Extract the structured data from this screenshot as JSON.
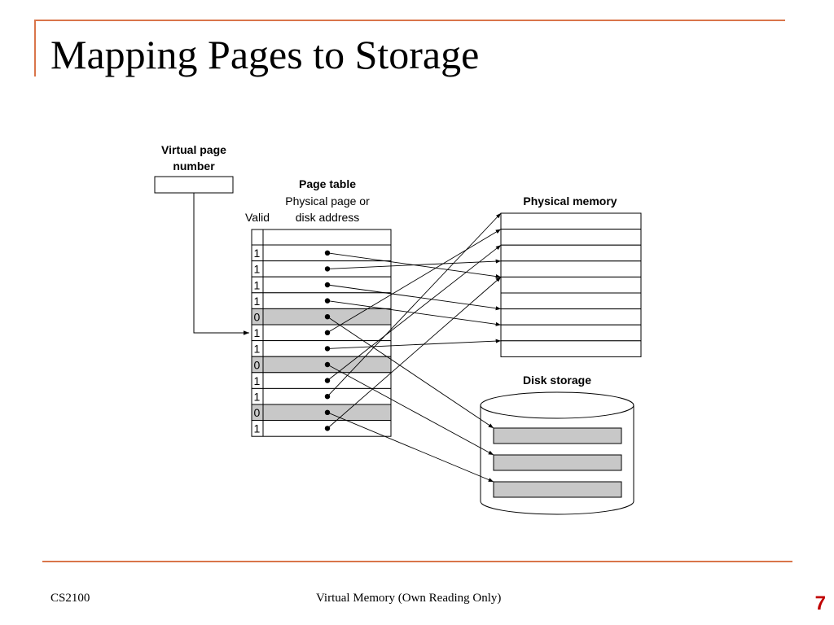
{
  "slide": {
    "title": "Mapping Pages to Storage",
    "footer_left": "CS2100",
    "footer_center": "Virtual Memory (Own Reading Only)",
    "page_number": "7",
    "accent_color": "#d9754a",
    "page_number_color": "#c00000"
  },
  "diagram": {
    "vpn_label_line1": "Virtual page",
    "vpn_label_line2": "number",
    "page_table_title": "Page table",
    "page_table_col_line1": "Physical page or",
    "page_table_col_line2": "disk address",
    "valid_label": "Valid",
    "physical_memory_label": "Physical memory",
    "disk_storage_label": "Disk storage",
    "invalid_row_color": "#c8c8c8",
    "page_table_rows": [
      {
        "valid": "1"
      },
      {
        "valid": "1"
      },
      {
        "valid": "1"
      },
      {
        "valid": "1"
      },
      {
        "valid": "0"
      },
      {
        "valid": "1"
      },
      {
        "valid": "1"
      },
      {
        "valid": "0"
      },
      {
        "valid": "1"
      },
      {
        "valid": "1"
      },
      {
        "valid": "0"
      },
      {
        "valid": "1"
      }
    ]
  }
}
